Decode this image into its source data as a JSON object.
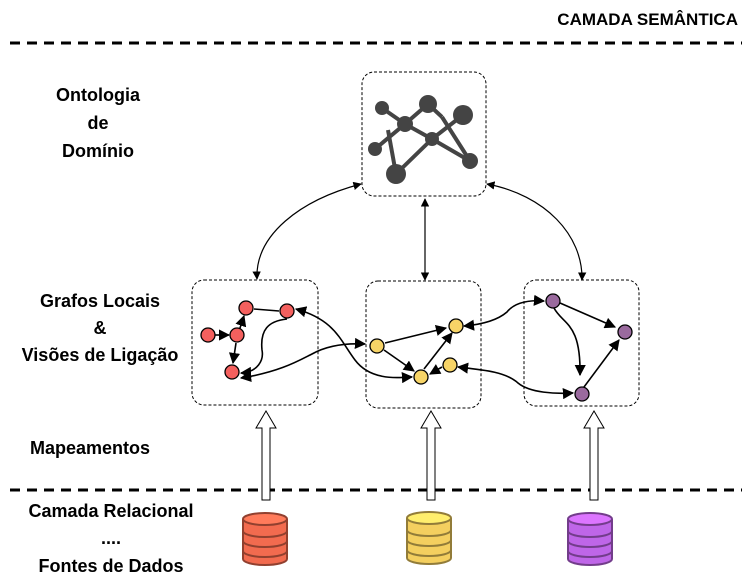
{
  "header": {
    "title": "CAMADA SEMÂNTICA"
  },
  "labels": {
    "ontology": [
      "Ontologia",
      "de",
      "Domínio"
    ],
    "graphs": [
      "Grafos Locais",
      "&",
      "Visões de Ligação"
    ],
    "mappings": "Mapeamentos",
    "relational": [
      "Camada Relacional",
      "....",
      "Fontes de Dados"
    ]
  },
  "colors": {
    "ontology_node": "#444444",
    "graph1_node": "#f4605e",
    "graph2_node": "#f7d467",
    "graph3_node": "#9a6a9e",
    "db1": "#f26b4f",
    "db2": "#f4cf5f",
    "db3": "#bf66e8"
  }
}
